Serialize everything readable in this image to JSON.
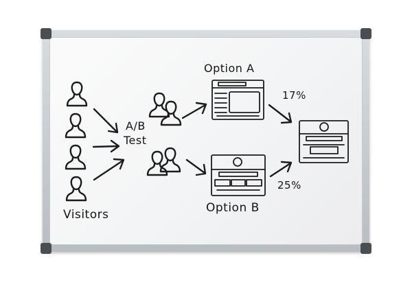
{
  "labels": {
    "visitors": "Visitors",
    "ab_line1": "A/B",
    "ab_line2": "Test",
    "option_a": "Option A",
    "option_b": "Option B",
    "rate_a": "17%",
    "rate_b": "25%"
  },
  "icons": {
    "visitor": "person-icon",
    "group": "people-group-icon",
    "page": "webpage-icon",
    "arrow": "arrow-icon"
  },
  "colors": {
    "ink": "#1c1c1c",
    "frame": "#c4c8cc",
    "surface": "#f6f6f7",
    "corner": "#4a4d51"
  }
}
